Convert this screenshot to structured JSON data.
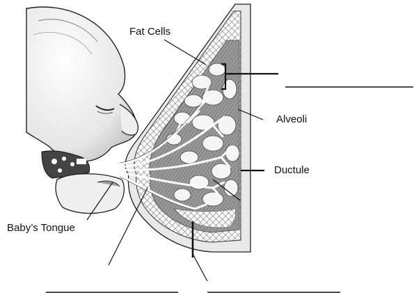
{
  "labels": {
    "fat_cells": "Fat Cells",
    "alveoli": "Alveoli",
    "ductule": "Ductule",
    "babys_tongue": "Baby’s Tongue"
  },
  "blanks": [
    {
      "id": "blank-top-right",
      "value": ""
    },
    {
      "id": "blank-bottom-left",
      "value": ""
    },
    {
      "id": "blank-bottom-right",
      "value": ""
    }
  ],
  "colors": {
    "line": "#111111",
    "shading": "#8a8a8a",
    "shading_dark": "#5e5e5e",
    "lobule_fill": "#f2f2f2",
    "skin": "#f4f4f4"
  }
}
